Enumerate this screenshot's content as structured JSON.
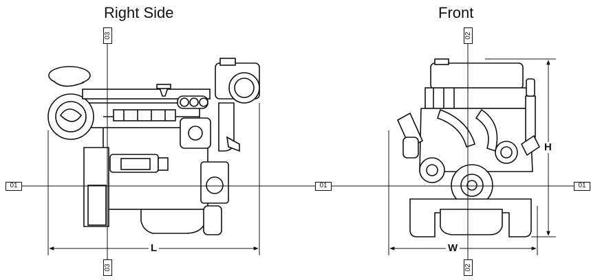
{
  "views": {
    "right_side": {
      "title": "Right Side"
    },
    "front": {
      "title": "Front"
    }
  },
  "dimensions": {
    "length_label": "L",
    "width_label": "W",
    "height_label": "H"
  },
  "reference_lines": {
    "axis_01": "01",
    "axis_02": "02",
    "axis_03": "03"
  }
}
